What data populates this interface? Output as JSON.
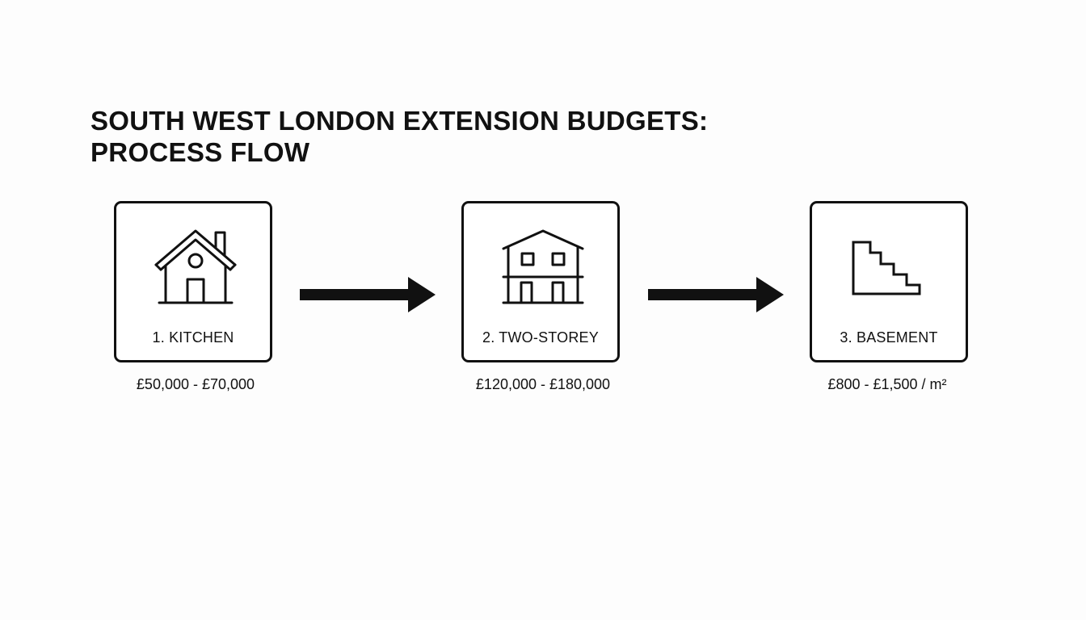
{
  "title": {
    "line1": "SOUTH WEST LONDON EXTENSION BUDGETS:",
    "line2": "PROCESS FLOW"
  },
  "steps": [
    {
      "label": "1. KITCHEN",
      "cost": "£50,000 - £70,000",
      "icon": "house-icon"
    },
    {
      "label": "2. TWO-STOREY",
      "cost": "£120,000 - £180,000",
      "icon": "two-storey-house-icon"
    },
    {
      "label": "3. BASEMENT",
      "cost": "£800 - £1,500 / m²",
      "icon": "stairs-icon"
    }
  ],
  "colors": {
    "ink": "#111111",
    "background": "#fdfdfd"
  }
}
